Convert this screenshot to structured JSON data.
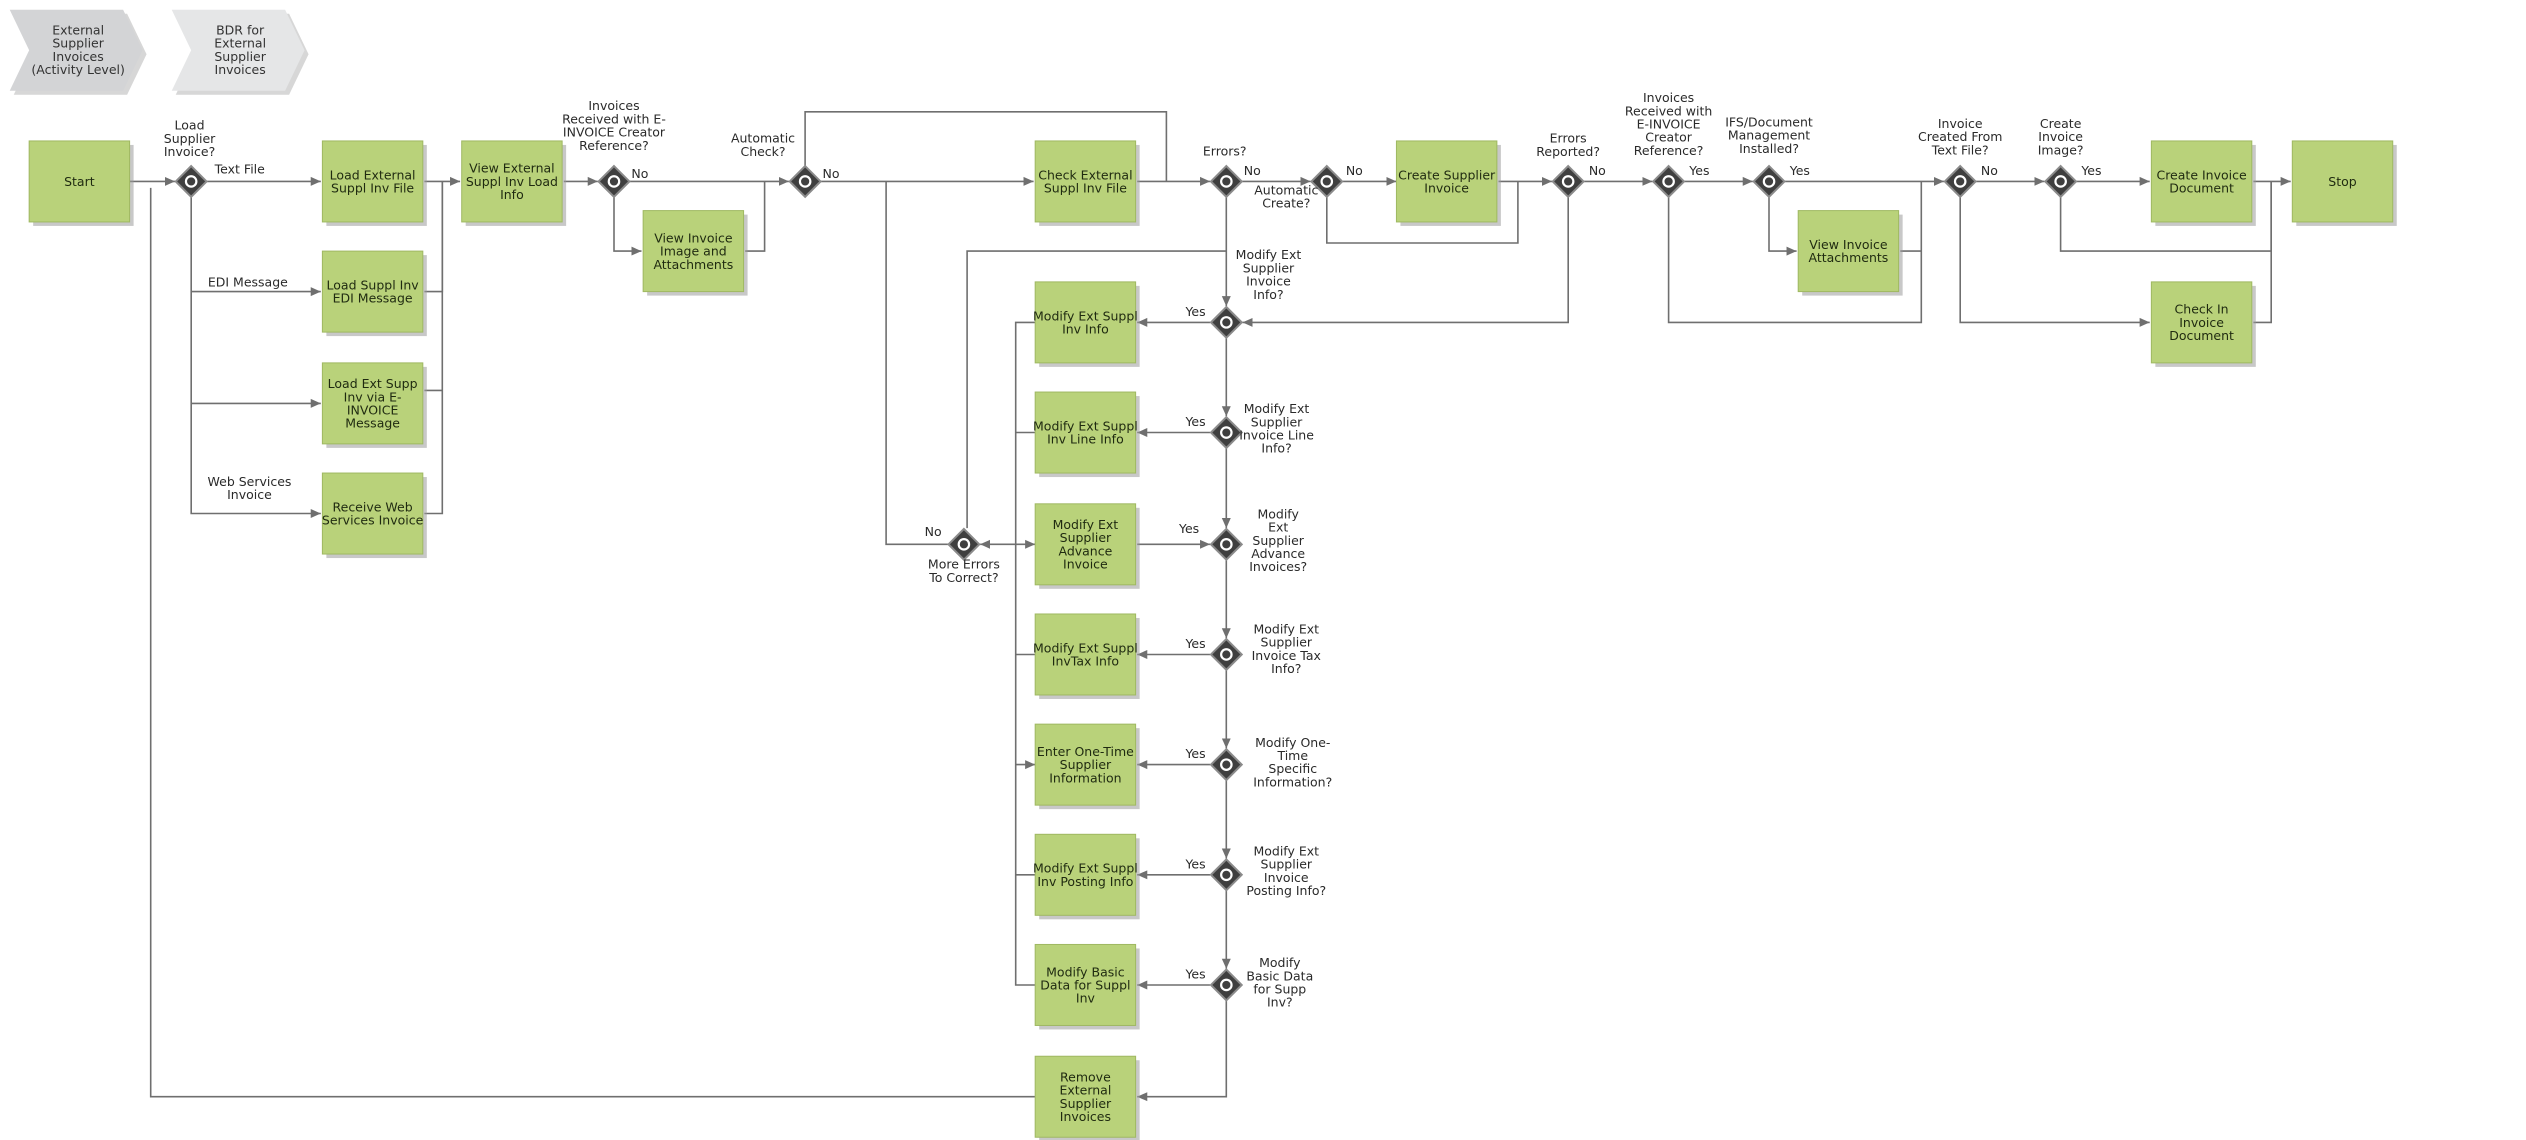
{
  "nav": [
    {
      "id": "nav1",
      "lines": [
        "External",
        "Supplier",
        "Invoices",
        "(Activity Level)"
      ],
      "fill": "#d3d4d6"
    },
    {
      "id": "nav2",
      "lines": [
        "BDR for",
        "External",
        "Supplier",
        "Invoices"
      ],
      "fill": "#e5e6e7"
    }
  ],
  "tasks": [
    {
      "id": "start",
      "lines": [
        "Start"
      ]
    },
    {
      "id": "load-file",
      "lines": [
        "Load External",
        "Suppl Inv File"
      ]
    },
    {
      "id": "load-edi",
      "lines": [
        "Load Suppl Inv",
        "EDI Message"
      ]
    },
    {
      "id": "load-einv",
      "lines": [
        "Load Ext Supp",
        "Inv via E-",
        "INVOICE",
        "Message"
      ]
    },
    {
      "id": "receive-ws",
      "lines": [
        "Receive Web",
        "Services Invoice"
      ]
    },
    {
      "id": "view-load-info",
      "lines": [
        "View External",
        "Suppl Inv Load",
        "Info"
      ]
    },
    {
      "id": "view-image",
      "lines": [
        "View Invoice",
        "Image and",
        "Attachments"
      ]
    },
    {
      "id": "check-file",
      "lines": [
        "Check External",
        "Suppl Inv File"
      ]
    },
    {
      "id": "create-invoice",
      "lines": [
        "Create Supplier",
        "Invoice"
      ]
    },
    {
      "id": "view-attachments",
      "lines": [
        "View Invoice",
        "Attachments"
      ]
    },
    {
      "id": "create-doc",
      "lines": [
        "Create Invoice",
        "Document"
      ]
    },
    {
      "id": "stop",
      "lines": [
        "Stop"
      ]
    },
    {
      "id": "check-in-doc",
      "lines": [
        "Check In",
        "Invoice",
        "Document"
      ]
    },
    {
      "id": "modify-inv-info",
      "lines": [
        "Modify Ext Suppl",
        "Inv Info"
      ]
    },
    {
      "id": "modify-line-info",
      "lines": [
        "Modify Ext Suppl",
        "Inv Line Info"
      ]
    },
    {
      "id": "modify-advance",
      "lines": [
        "Modify Ext",
        "Supplier",
        "Advance",
        "Invoice"
      ]
    },
    {
      "id": "modify-tax",
      "lines": [
        "Modify Ext Suppl",
        "InvTax Info"
      ]
    },
    {
      "id": "enter-one-time",
      "lines": [
        "Enter One-Time",
        "Supplier",
        "Information"
      ]
    },
    {
      "id": "modify-posting",
      "lines": [
        "Modify Ext Suppl",
        "Inv Posting Info"
      ]
    },
    {
      "id": "modify-basic",
      "lines": [
        "Modify Basic",
        "Data for Suppl",
        "Inv"
      ]
    },
    {
      "id": "remove",
      "lines": [
        "Remove",
        "External",
        "Supplier",
        "Invoices"
      ]
    }
  ],
  "gateways": [
    {
      "id": "gw-load",
      "lines": [
        "Load",
        "Supplier",
        "Invoice?"
      ]
    },
    {
      "id": "gw-einv-ref",
      "lines": [
        "Invoices",
        "Received with E-",
        "INVOICE Creator",
        "Reference?"
      ]
    },
    {
      "id": "gw-auto-check",
      "lines": [
        "Automatic",
        "Check?"
      ]
    },
    {
      "id": "gw-errors",
      "lines": [
        "Errors?"
      ]
    },
    {
      "id": "gw-auto-create",
      "lines": [
        "Automatic",
        "Create?"
      ]
    },
    {
      "id": "gw-errors-reported",
      "lines": [
        "Errors",
        "Reported?"
      ]
    },
    {
      "id": "gw-einv-ref2",
      "lines": [
        "Invoices",
        "Received with",
        "E-INVOICE",
        "Creator",
        "Reference?"
      ]
    },
    {
      "id": "gw-ifs-doc",
      "lines": [
        "IFS/Document",
        "Management",
        "Installed?"
      ]
    },
    {
      "id": "gw-text-file",
      "lines": [
        "Invoice",
        "Created From",
        "Text File?"
      ]
    },
    {
      "id": "gw-create-image",
      "lines": [
        "Create",
        "Invoice",
        "Image?"
      ]
    },
    {
      "id": "gw-mod-info",
      "lines": [
        "Modify Ext",
        "Supplier",
        "Invoice",
        "Info?"
      ]
    },
    {
      "id": "gw-mod-line",
      "lines": [
        "Modify Ext",
        "Supplier",
        "Invoice Line",
        "Info?"
      ]
    },
    {
      "id": "gw-mod-advance",
      "lines": [
        "Modify",
        "Ext",
        "Supplier",
        "Advance",
        "Invoices?"
      ]
    },
    {
      "id": "gw-mod-tax",
      "lines": [
        "Modify Ext",
        "Supplier",
        "Invoice Tax",
        "Info?"
      ]
    },
    {
      "id": "gw-one-time",
      "lines": [
        "Modify One-",
        "Time",
        "Specific",
        "Information?"
      ]
    },
    {
      "id": "gw-mod-posting",
      "lines": [
        "Modify Ext",
        "Supplier",
        "Invoice",
        "Posting Info?"
      ]
    },
    {
      "id": "gw-mod-basic",
      "lines": [
        "Modify",
        "Basic Data",
        "for Supp",
        "Inv?"
      ]
    },
    {
      "id": "gw-more-errors",
      "lines": [
        "More Errors",
        "To Correct?"
      ]
    }
  ],
  "edge_labels": [
    {
      "id": "lbl-text-file",
      "text": "Text File"
    },
    {
      "id": "lbl-edi",
      "text": "EDI Message"
    },
    {
      "id": "lbl-web-services",
      "lines": [
        "Web Services",
        "Invoice"
      ]
    },
    {
      "id": "lbl-no-1",
      "text": "No"
    },
    {
      "id": "lbl-no-2",
      "text": "No"
    },
    {
      "id": "lbl-no-3",
      "text": "No"
    },
    {
      "id": "lbl-no-4",
      "text": "No"
    },
    {
      "id": "lbl-no-5",
      "text": "No"
    },
    {
      "id": "lbl-no-6",
      "text": "No"
    },
    {
      "id": "lbl-no-7",
      "text": "No"
    },
    {
      "id": "lbl-yes-1",
      "text": "Yes"
    },
    {
      "id": "lbl-yes-2",
      "text": "Yes"
    },
    {
      "id": "lbl-yes-3",
      "text": "Yes"
    },
    {
      "id": "lbl-yes-4",
      "text": "Yes"
    },
    {
      "id": "lbl-yes-5",
      "text": "Yes"
    },
    {
      "id": "lbl-yes-6",
      "text": "Yes"
    },
    {
      "id": "lbl-yes-7",
      "text": "Yes"
    },
    {
      "id": "lbl-yes-8",
      "text": "Yes"
    },
    {
      "id": "lbl-yes-9",
      "text": "Yes"
    },
    {
      "id": "lbl-yes-10",
      "text": "Yes"
    }
  ],
  "colors": {
    "task_fill": "#b9d27a",
    "task_stroke": "#9fb862",
    "gateway_fill": "#3f3f3f",
    "edge": "#6f6f6f"
  }
}
